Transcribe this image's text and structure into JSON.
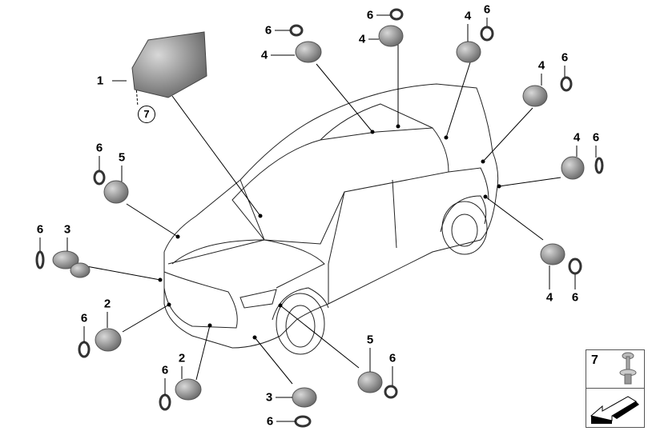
{
  "callouts": {
    "c1": "1",
    "c7": "7",
    "a6": "6",
    "a4": "4",
    "b6": "6",
    "b4": "4",
    "d4": "4",
    "d6": "6",
    "e4": "4",
    "e6": "6",
    "f4": "4",
    "f6": "6",
    "g6": "6",
    "g5": "5",
    "h6": "6",
    "h3": "3",
    "i2": "2",
    "i6": "6",
    "j2": "2",
    "j6": "6",
    "k3": "3",
    "k6": "6",
    "l5": "5",
    "l6": "6",
    "m4": "4",
    "m6": "6"
  },
  "inset": {
    "label": "7"
  },
  "colors": {
    "part": "#8a8a8a",
    "line": "#000000"
  }
}
